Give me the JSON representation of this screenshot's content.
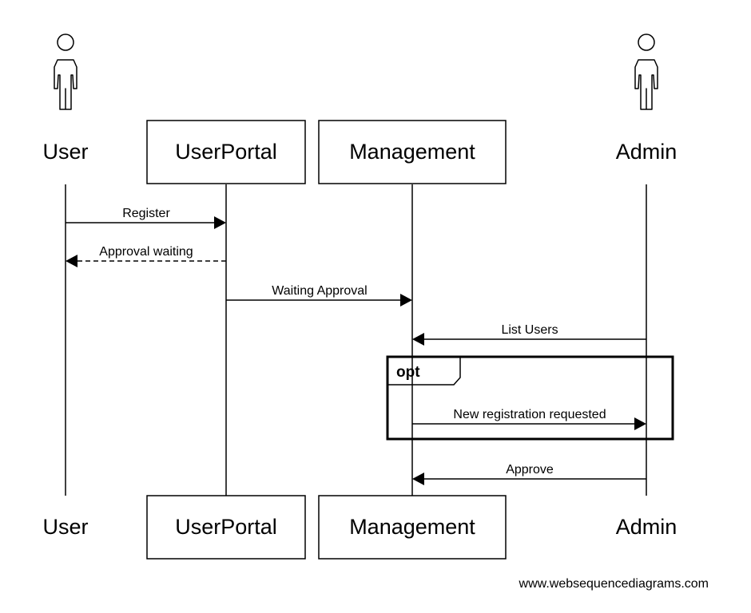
{
  "participants": [
    {
      "id": "user",
      "name": "User",
      "kind": "actor",
      "icon": "person-icon"
    },
    {
      "id": "userportal",
      "name": "UserPortal",
      "kind": "box"
    },
    {
      "id": "management",
      "name": "Management",
      "kind": "box"
    },
    {
      "id": "admin",
      "name": "Admin",
      "kind": "actor",
      "icon": "person-icon"
    }
  ],
  "messages": [
    {
      "from": "user",
      "to": "userportal",
      "label": "Register",
      "style": "solid"
    },
    {
      "from": "userportal",
      "to": "user",
      "label": "Approval waiting",
      "style": "dashed"
    },
    {
      "from": "userportal",
      "to": "management",
      "label": "Waiting Approval",
      "style": "solid"
    },
    {
      "from": "admin",
      "to": "management",
      "label": "List Users",
      "style": "solid"
    },
    {
      "from": "management",
      "to": "admin",
      "label": "New registration requested",
      "style": "solid"
    },
    {
      "from": "admin",
      "to": "management",
      "label": "Approve",
      "style": "solid"
    }
  ],
  "fragments": [
    {
      "operator": "opt"
    }
  ],
  "watermark": "www.websequencediagrams.com",
  "colors": {
    "line": "#000000",
    "background": "#ffffff"
  }
}
